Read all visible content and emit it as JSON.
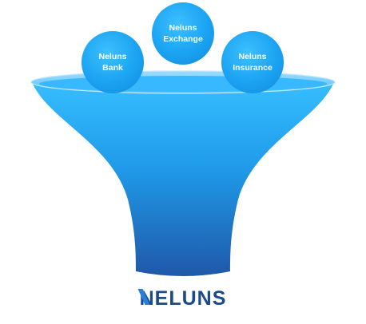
{
  "bubbles": [
    {
      "line1": "Neluns",
      "line2": "Bank"
    },
    {
      "line1": "Neluns",
      "line2": "Exchange"
    },
    {
      "line1": "Neluns",
      "line2": "Insurance"
    }
  ],
  "logo": {
    "first_letter": "N",
    "rest": "ELUNS"
  },
  "colors": {
    "funnel_top": "#2fb4ff",
    "funnel_bottom": "#1f5fae",
    "bubble": "#1aa3f2",
    "logo": "#1d4a8a"
  }
}
